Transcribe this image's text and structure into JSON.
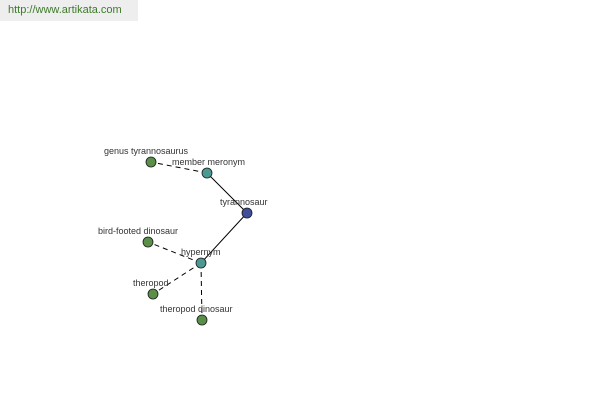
{
  "header": {
    "url": "http://www.artikata.com"
  },
  "graph": {
    "colors": {
      "root": "#3f4f9a",
      "relation": "#4a9a93",
      "leaf": "#5a8f4a",
      "stroke": "#1a1a1a",
      "edge": "#000000"
    },
    "nodes": [
      {
        "id": "tyrannosaur",
        "label": "tyrannosaur",
        "kind": "root"
      },
      {
        "id": "member-meronym",
        "label": "member meronym",
        "kind": "relation"
      },
      {
        "id": "hypernym",
        "label": "hypernym",
        "kind": "relation"
      },
      {
        "id": "genus-tyrannosaurus",
        "label": "genus tyrannosaurus",
        "kind": "leaf"
      },
      {
        "id": "bird-footed-dinosaur",
        "label": "bird-footed dinosaur",
        "kind": "leaf"
      },
      {
        "id": "theropod",
        "label": "theropod",
        "kind": "leaf"
      },
      {
        "id": "theropod-dinosaur",
        "label": "theropod dinosaur",
        "kind": "leaf"
      }
    ],
    "edges": [
      {
        "from": "tyrannosaur",
        "to": "member-meronym",
        "style": "solid"
      },
      {
        "from": "tyrannosaur",
        "to": "hypernym",
        "style": "solid"
      },
      {
        "from": "member-meronym",
        "to": "genus-tyrannosaurus",
        "style": "dashed"
      },
      {
        "from": "hypernym",
        "to": "bird-footed-dinosaur",
        "style": "dashed"
      },
      {
        "from": "hypernym",
        "to": "theropod",
        "style": "dashed"
      },
      {
        "from": "hypernym",
        "to": "theropod-dinosaur",
        "style": "dashed"
      }
    ]
  }
}
